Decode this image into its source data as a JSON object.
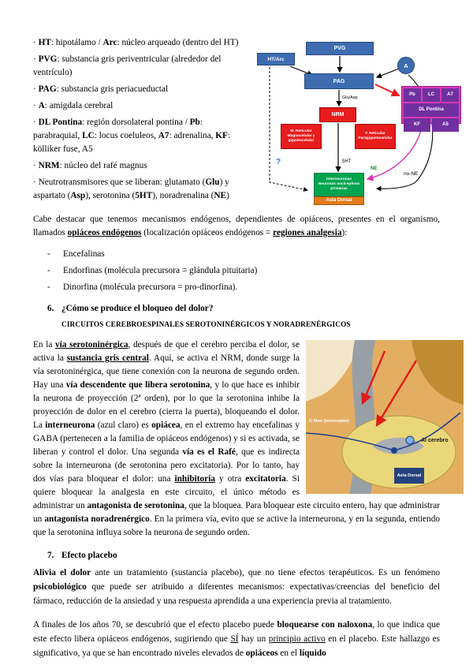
{
  "top": {
    "bullets": [
      [
        {
          "t": "· "
        },
        {
          "t": "HT",
          "b": true
        },
        {
          "t": ": hipotálamo / "
        },
        {
          "t": "Arc",
          "b": true
        },
        {
          "t": ": núcleo arqueado (dentro del HT)"
        }
      ],
      [
        {
          "t": "· "
        },
        {
          "t": "PVG",
          "b": true
        },
        {
          "t": ": substancia gris periventricular (alrededor del ventrículo)"
        }
      ],
      [
        {
          "t": "· "
        },
        {
          "t": "PAG",
          "b": true
        },
        {
          "t": ": substancia gris periacueductal"
        }
      ],
      [
        {
          "t": "· "
        },
        {
          "t": "A",
          "b": true
        },
        {
          "t": ": amígdala cerebral"
        }
      ],
      [
        {
          "t": "· "
        },
        {
          "t": "DL Pontina",
          "b": true
        },
        {
          "t": ": región dorsolateral pontina / "
        },
        {
          "t": "Pb",
          "b": true
        },
        {
          "t": ": parabraquial, "
        },
        {
          "t": "LC",
          "b": true
        },
        {
          "t": ": locus coeluleos, "
        },
        {
          "t": "A7",
          "b": true
        },
        {
          "t": ": adrenalina, "
        },
        {
          "t": "KF",
          "b": true
        },
        {
          "t": ": kölliker fuse, A5"
        }
      ],
      [
        {
          "t": "· "
        },
        {
          "t": "NRM",
          "b": true
        },
        {
          "t": ": núcleo del rafé magnus"
        }
      ],
      [
        {
          "t": "· Neutrotransmisores que se liberan: glutamato ("
        },
        {
          "t": "Glu",
          "b": true
        },
        {
          "t": ") y aspartato ("
        },
        {
          "t": "Asp",
          "b": true
        },
        {
          "t": "), serotonina ("
        },
        {
          "t": "5HT",
          "b": true
        },
        {
          "t": "), noradrenalina ("
        },
        {
          "t": "NE",
          "b": true
        },
        {
          "t": ")"
        }
      ]
    ]
  },
  "paras": {
    "intro": [
      {
        "t": "Cabe destacar que tenemos mecanismos endógenos, dependientes de opiáceos, presentes en el organismo, llamados "
      },
      {
        "t": "opiáceos endógenos",
        "b": true,
        "u": true
      },
      {
        "t": " (localización opiáceos endógenos = "
      },
      {
        "t": "regiones analgesia",
        "b": true,
        "u": true
      },
      {
        "t": "):"
      }
    ],
    "circuito": [
      {
        "t": "En la "
      },
      {
        "t": "vía serotoninérgica",
        "b": true,
        "u": true
      },
      {
        "t": ", después de que el cerebro perciba el dolor, se activa la "
      },
      {
        "t": "sustancia gris central",
        "b": true,
        "u": true
      },
      {
        "t": ". Aquí, se activa el NRM, donde surge la vía serotoninérgica, que tiene conexión con la neurona de segundo orden. Hay una "
      },
      {
        "t": "vía descendente que libera serotonina",
        "b": true
      },
      {
        "t": ", y lo que hace es inhibir la neurona de proyección (2ª orden), por lo que la serotonina inhibe la proyección de dolor en el cerebro (cierra la puerta), bloqueando el dolor. La "
      },
      {
        "t": "interneurona",
        "b": true
      },
      {
        "t": " (azul claro) es "
      },
      {
        "t": "opiácea",
        "b": true
      },
      {
        "t": ", en el extremo hay encefalinas y GABA (pertenecen a la familia de opiáceos endógenos) y si es activada, se liberan y control el dolor. Una segunda "
      },
      {
        "t": "vía es el Rafé",
        "b": true
      },
      {
        "t": ", que es indirecta sobre la interneurona (de serotonina pero excitatoria). Por lo tanto, hay dos vías para bloquear el dolor: una "
      },
      {
        "t": "inhibitoria",
        "b": true,
        "u": true
      },
      {
        "t": " y otra "
      },
      {
        "t": "excitatoria",
        "b": true
      },
      {
        "t": ". Si quiere bloquear la analgesia en este circuito, el único método es administrar un "
      },
      {
        "t": "antagonista de serotonina",
        "b": true
      },
      {
        "t": ", que la bloquea. Para bloquear este circuito entero, hay que administrar un "
      },
      {
        "t": "antagonista noradrenérgico",
        "b": true
      },
      {
        "t": ". En la primera vía, evito que se active la interneurona, y en la segunda, entiendo que la serotonina influya sobre la neurona de segundo orden."
      }
    ],
    "placebo1": [
      {
        "t": "Alivia el dolor",
        "b": true
      },
      {
        "t": " ante un tratamiento (sustancia placebo), que no tiene efectos terapéuticos. Es un fenómeno "
      },
      {
        "t": "psicobiológico",
        "b": true
      },
      {
        "t": " que puede ser atribuido a diferentes mecanismos: expectativas/creencias del beneficio del fármaco, reducción de la ansiedad y una respuesta aprendida a una experiencia previa al tratamiento."
      }
    ],
    "placebo2": [
      {
        "t": "A finales de los años 70, se descubrió que el efecto placebo puede "
      },
      {
        "t": "bloquearse con naloxona",
        "b": true
      },
      {
        "t": ", lo que indica que este efecto libera opiáceos endógenos, sugiriendo que "
      },
      {
        "t": "SÍ",
        "u": true
      },
      {
        "t": " hay un "
      },
      {
        "t": "principio activo",
        "u": true
      },
      {
        "t": " en el placebo. Este hallazgo es significativo, ya que se han encontrado niveles elevados de "
      },
      {
        "t": "opiáceos",
        "b": true
      },
      {
        "t": " en el "
      },
      {
        "t": "líquido",
        "b": true
      }
    ]
  },
  "lists": {
    "endogenos": {
      "marker": "-",
      "items": [
        "Encefalinas",
        "Endorfinas (molécula precursora = glándula pituitaria)",
        "Dinorfina (molécula precursora = pro-dinorfina)."
      ]
    }
  },
  "headings": {
    "h6_num": "6.",
    "h6_text": "¿Cómo se produce el bloqueo del dolor?",
    "h6_sub": "CIRCUITOS CEREBROESPINALES SEROTONINÉRGICOS Y NORADRENÉRGICOS",
    "h7_num": "7.",
    "h7_text": "Efecto placebo"
  },
  "diagram1": {
    "pvg": "PVG",
    "ht_arc": "HT/Arc",
    "pag": "PAG",
    "a": "A",
    "glu_asp": "Glu/Asp",
    "nrm": "NRM",
    "dl": {
      "pb": "Pb",
      "lc": "LC",
      "a7": "A7",
      "pontina": "DL Pontina",
      "kf": "KF",
      "a5": "A5"
    },
    "ret_left": "M. Reticular Magnocelular y gigantocelular",
    "ret_right": "F. Reticular Paragigantocelular",
    "sht": "5HT",
    "ne": "NE",
    "no_ne": "no-NE",
    "question": "?",
    "green_line1": "Interneuronas",
    "green_line2": "Neuronas nociceptivas primarias",
    "asta_dorsal": "Asta Dorsal"
  },
  "diagram2": {
    "c_fiber": "C fiber (nociceptor)",
    "al_cerebro": "Al cerebro",
    "asta_dorsal": "Asta Dorsal"
  },
  "colors": {
    "box_blue": "#3d6cb1",
    "box_red": "#e81c1c",
    "box_purple": "#7030a0",
    "group_magenta": "#d63bb4",
    "box_green": "#00a550",
    "box_orange": "#e07b18"
  }
}
